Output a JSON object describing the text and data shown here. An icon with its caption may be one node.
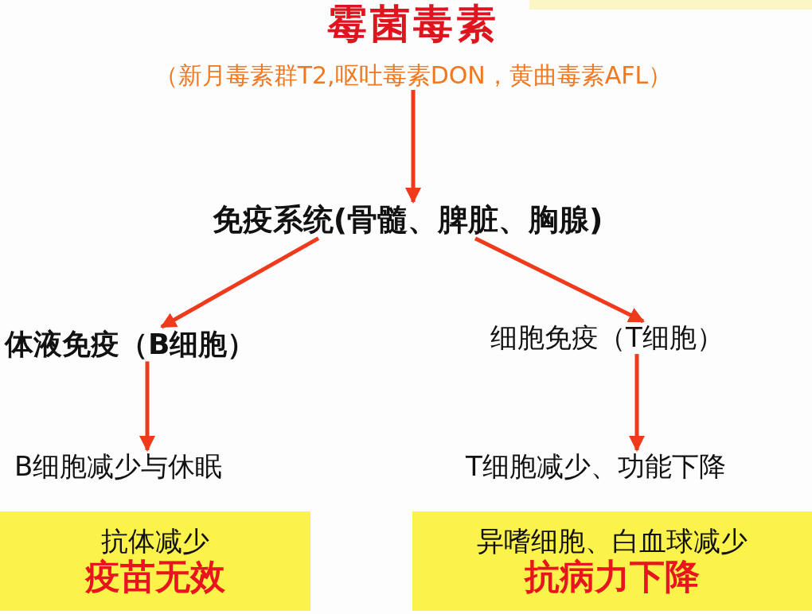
{
  "diagram": {
    "nodes": [
      {
        "text": [
          "霉菌毒素",
          "（新月毒素群T2,呕吐毒素DON，黄曲毒素AFL）"
        ]
      },
      {
        "text": [
          "免疫系统(骨髓、脾脏、胸腺)"
        ]
      },
      {
        "text": [
          "体液免疫（B细胞）"
        ]
      },
      {
        "text": [
          "细胞免疫（T细胞）"
        ]
      },
      {
        "text": [
          "B细胞减少与休眠"
        ]
      },
      {
        "text": [
          "T细胞减少、功能下降"
        ]
      },
      {
        "text": [
          "抗体减少",
          "疫苗无效"
        ]
      },
      {
        "text": [
          "异嗜细胞、白血球减少",
          "抗病力下降"
        ]
      }
    ],
    "edges": [
      {
        "from": 0,
        "to": 1,
        "arrow": "to"
      },
      {
        "from": 1,
        "to": 2,
        "arrow": "to"
      },
      {
        "from": 1,
        "to": 3,
        "arrow": "to"
      },
      {
        "from": 2,
        "to": 4,
        "arrow": "to"
      },
      {
        "from": 3,
        "to": 5,
        "arrow": "to"
      }
    ]
  }
}
